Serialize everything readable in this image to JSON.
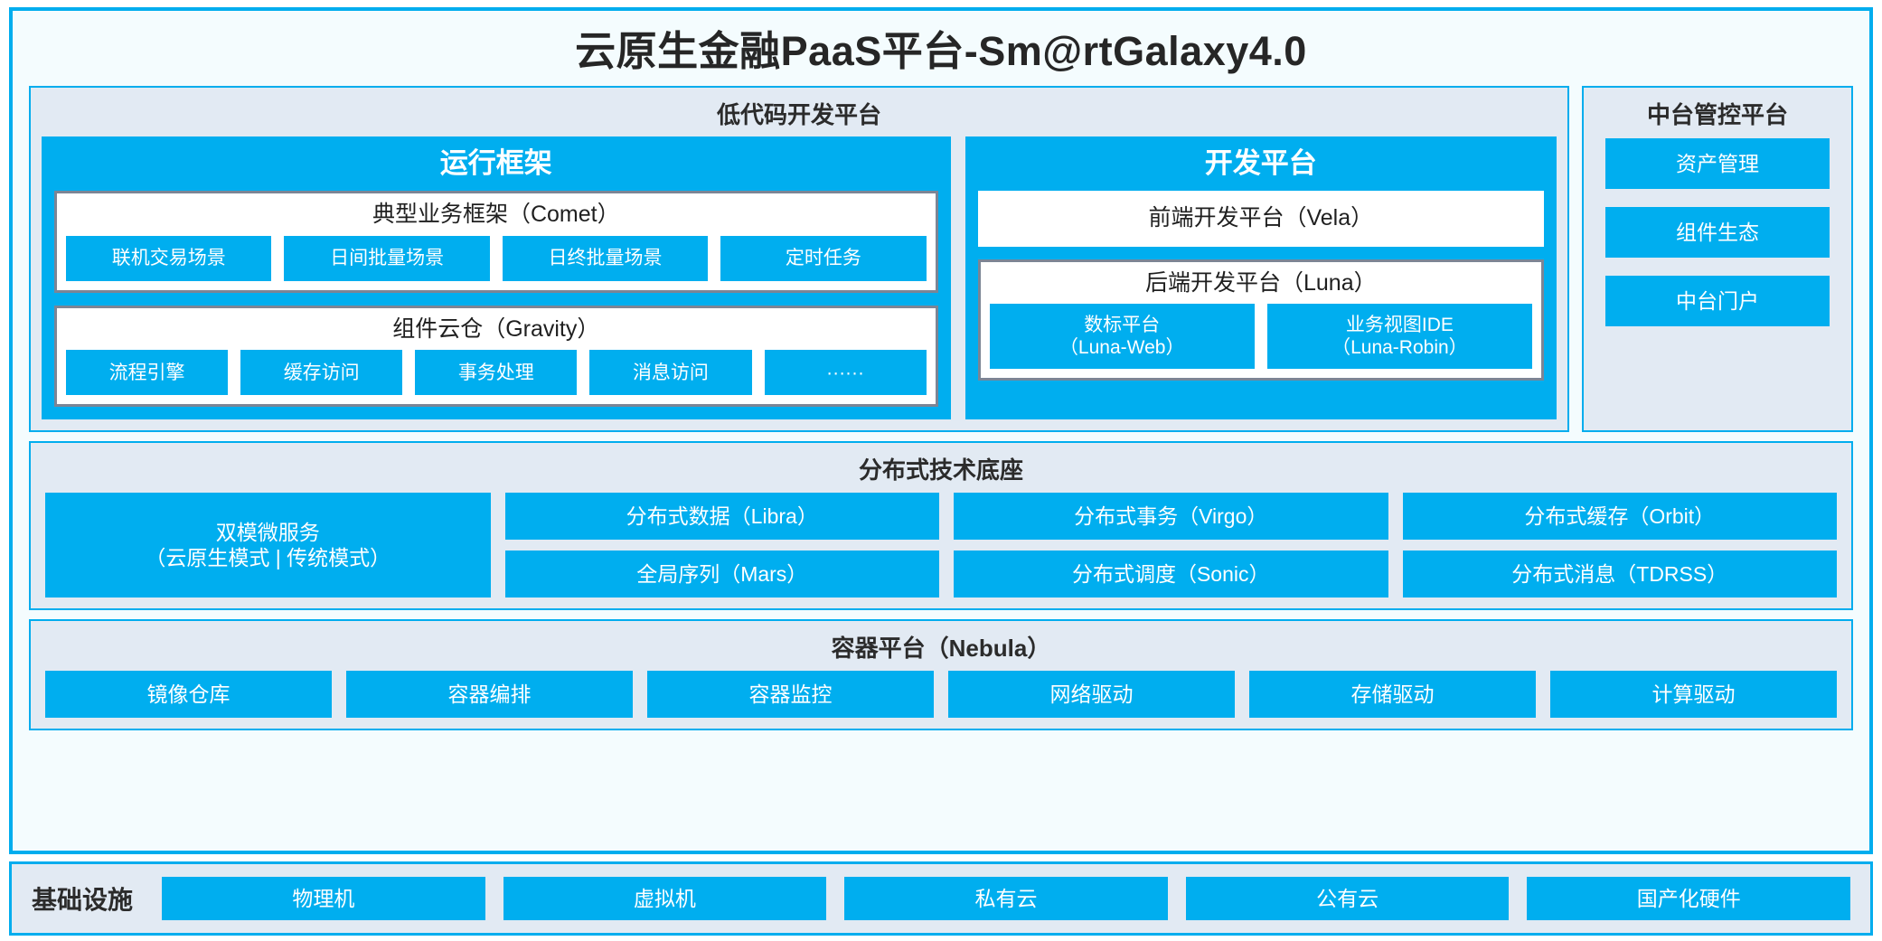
{
  "title": "云原生金融PaaS平台-Sm@rtGalaxy4.0",
  "colors": {
    "accent": "#00AEEF",
    "border": "#00ADEE",
    "panel_bg": "#e2eaf3",
    "frame_bg": "#f4fcfe",
    "card_border": "#7C8595"
  },
  "lowcode": {
    "title": "低代码开发平台",
    "runtime": {
      "heading": "运行框架",
      "comet": {
        "title": "典型业务框架（Comet）",
        "items": [
          "联机交易场景",
          "日间批量场景",
          "日终批量场景",
          "定时任务"
        ]
      },
      "gravity": {
        "title": "组件云仓（Gravity）",
        "items": [
          "流程引擎",
          "缓存访问",
          "事务处理",
          "消息访问",
          "······"
        ]
      }
    },
    "dev": {
      "heading": "开发平台",
      "frontend": "前端开发平台（Vela）",
      "backend": {
        "title": "后端开发平台（Luna）",
        "items": [
          "数标平台\n（Luna-Web）",
          "业务视图IDE\n（Luna-Robin）"
        ]
      }
    }
  },
  "mgmt": {
    "title": "中台管控平台",
    "items": [
      "资产管理",
      "组件生态",
      "中台门户"
    ]
  },
  "distributed": {
    "title": "分布式技术底座",
    "wide": "双模微服务\n（云原生模式 | 传统模式）",
    "columns": [
      [
        "分布式数据（Libra）",
        "全局序列（Mars）"
      ],
      [
        "分布式事务（Virgo）",
        "分布式调度（Sonic）"
      ],
      [
        "分布式缓存（Orbit）",
        "分布式消息（TDRSS）"
      ]
    ]
  },
  "container": {
    "title": "容器平台（Nebula）",
    "items": [
      "镜像仓库",
      "容器编排",
      "容器监控",
      "网络驱动",
      "存储驱动",
      "计算驱动"
    ]
  },
  "infra": {
    "label": "基础设施",
    "items": [
      "物理机",
      "虚拟机",
      "私有云",
      "公有云",
      "国产化硬件"
    ]
  }
}
